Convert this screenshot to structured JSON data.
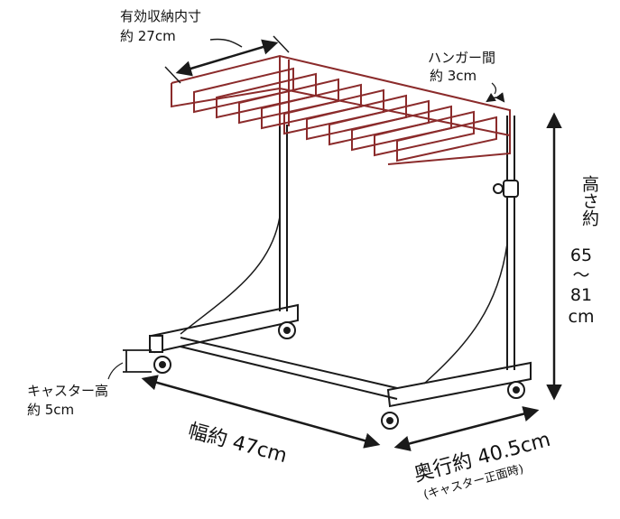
{
  "colors": {
    "line": "#1a1a1a",
    "frame_red": "#8b2b2b",
    "background": "#ffffff"
  },
  "labels": {
    "inner_width_title": "有効収納内寸",
    "inner_width_value": "約 27cm",
    "hanger_gap_title": "ハンガー間",
    "hanger_gap_value": "約 3cm",
    "height_title": "高さ約",
    "height_value_min": "65",
    "height_tilde": "～",
    "height_value_max": "81",
    "height_unit": "cm",
    "caster_height_title": "キャスター高",
    "caster_height_value": "約 5cm",
    "width_label": "幅約 47cm",
    "depth_label": "奥行約 40.5cm",
    "depth_note": "(キャスター正面時)"
  }
}
